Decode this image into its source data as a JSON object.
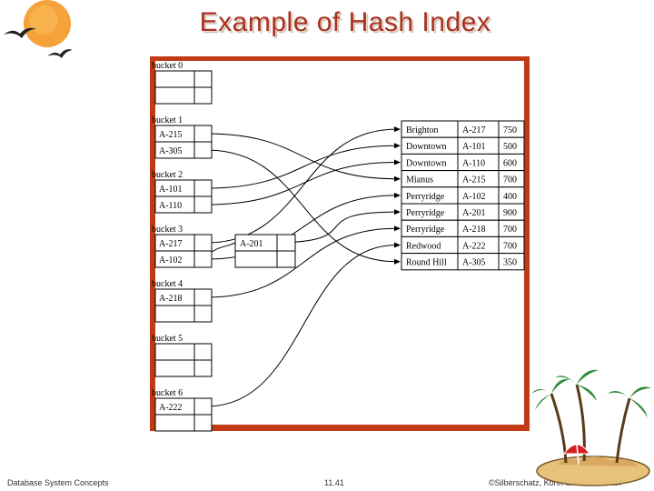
{
  "title": "Example of Hash Index",
  "buckets": [
    {
      "label": "bucket 0",
      "entries": [
        "",
        ""
      ]
    },
    {
      "label": "bucket 1",
      "entries": [
        "A-215",
        "A-305"
      ]
    },
    {
      "label": "bucket 2",
      "entries": [
        "A-101",
        "A-110"
      ]
    },
    {
      "label": "bucket 3",
      "entries": [
        "A-217",
        "A-102"
      ],
      "overflow": [
        "A-201"
      ]
    },
    {
      "label": "bucket 4",
      "entries": [
        "A-218",
        ""
      ]
    },
    {
      "label": "bucket 5",
      "entries": [
        "",
        ""
      ]
    },
    {
      "label": "bucket 6",
      "entries": [
        "A-222",
        ""
      ]
    }
  ],
  "records": [
    {
      "branch": "Brighton",
      "account": "A-217",
      "balance": "750"
    },
    {
      "branch": "Downtown",
      "account": "A-101",
      "balance": "500"
    },
    {
      "branch": "Downtown",
      "account": "A-110",
      "balance": "600"
    },
    {
      "branch": "Mianus",
      "account": "A-215",
      "balance": "700"
    },
    {
      "branch": "Perryridge",
      "account": "A-102",
      "balance": "400"
    },
    {
      "branch": "Perryridge",
      "account": "A-201",
      "balance": "900"
    },
    {
      "branch": "Perryridge",
      "account": "A-218",
      "balance": "700"
    },
    {
      "branch": "Redwood",
      "account": "A-222",
      "balance": "700"
    },
    {
      "branch": "Round Hill",
      "account": "A-305",
      "balance": "350"
    }
  ],
  "footer": {
    "left": "Database System Concepts",
    "center": "11.41",
    "right": "©Silberschatz, Korth and Sudarshan"
  },
  "colors": {
    "title": "#a83224",
    "frame": "#c03a16"
  }
}
